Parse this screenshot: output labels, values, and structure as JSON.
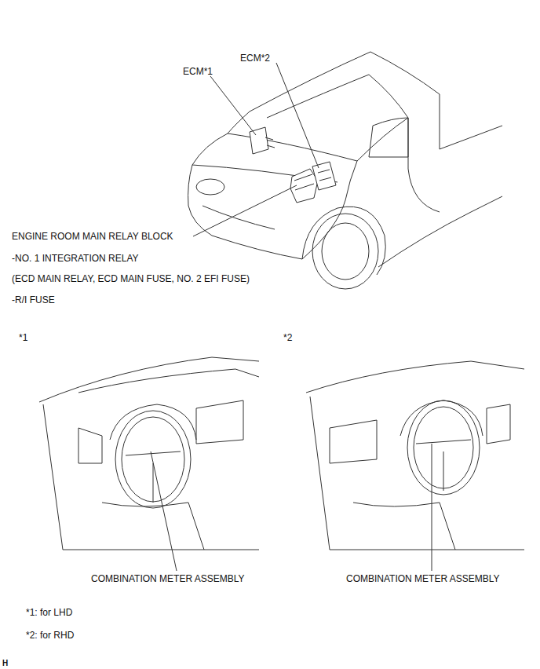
{
  "diagram": {
    "labels": [
      "ECM*1",
      "ECM*2",
      "ENGINE ROOM MAIN RELAY BLOCK",
      "-NO. 1 INTEGRATION RELAY",
      "(ECD MAIN RELAY, ECD MAIN FUSE, NO. 2 EFI FUSE)",
      "-R/I FUSE",
      "*1",
      "*2",
      "COMBINATION METER ASSEMBLY",
      "COMBINATION METER ASSEMBLY",
      "*1: for LHD",
      "*2: for RHD",
      "H"
    ]
  }
}
